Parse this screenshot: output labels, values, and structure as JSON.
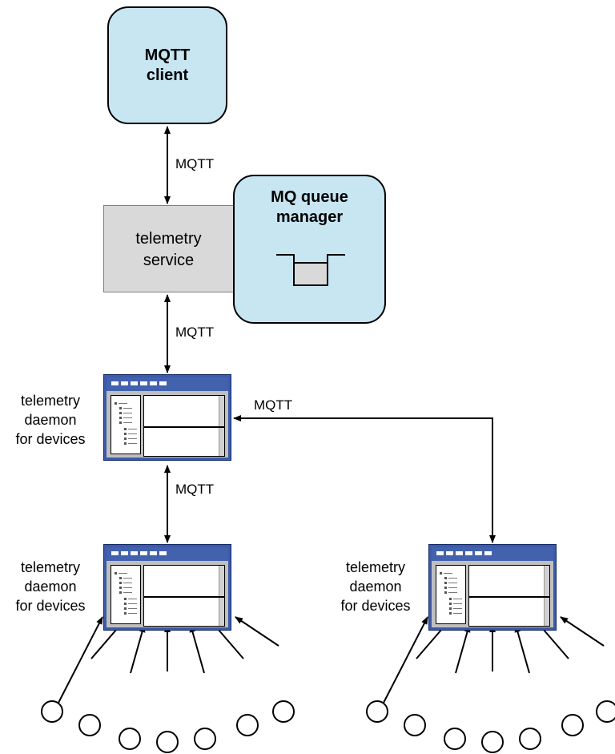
{
  "mqtt_client": {
    "line1": "MQTT",
    "line2": "client"
  },
  "queue_manager": {
    "line1": "MQ queue",
    "line2": "manager"
  },
  "telemetry_service": {
    "line1": "telemetry",
    "line2": "service"
  },
  "daemon_label": {
    "line1": "telemetry",
    "line2": "daemon",
    "line3": "for devices"
  },
  "protocol_label": "MQTT",
  "colors": {
    "client_fill": "#c7e6f2",
    "service_fill": "#d9d9d9",
    "window_frame": "#3d5aa8"
  }
}
